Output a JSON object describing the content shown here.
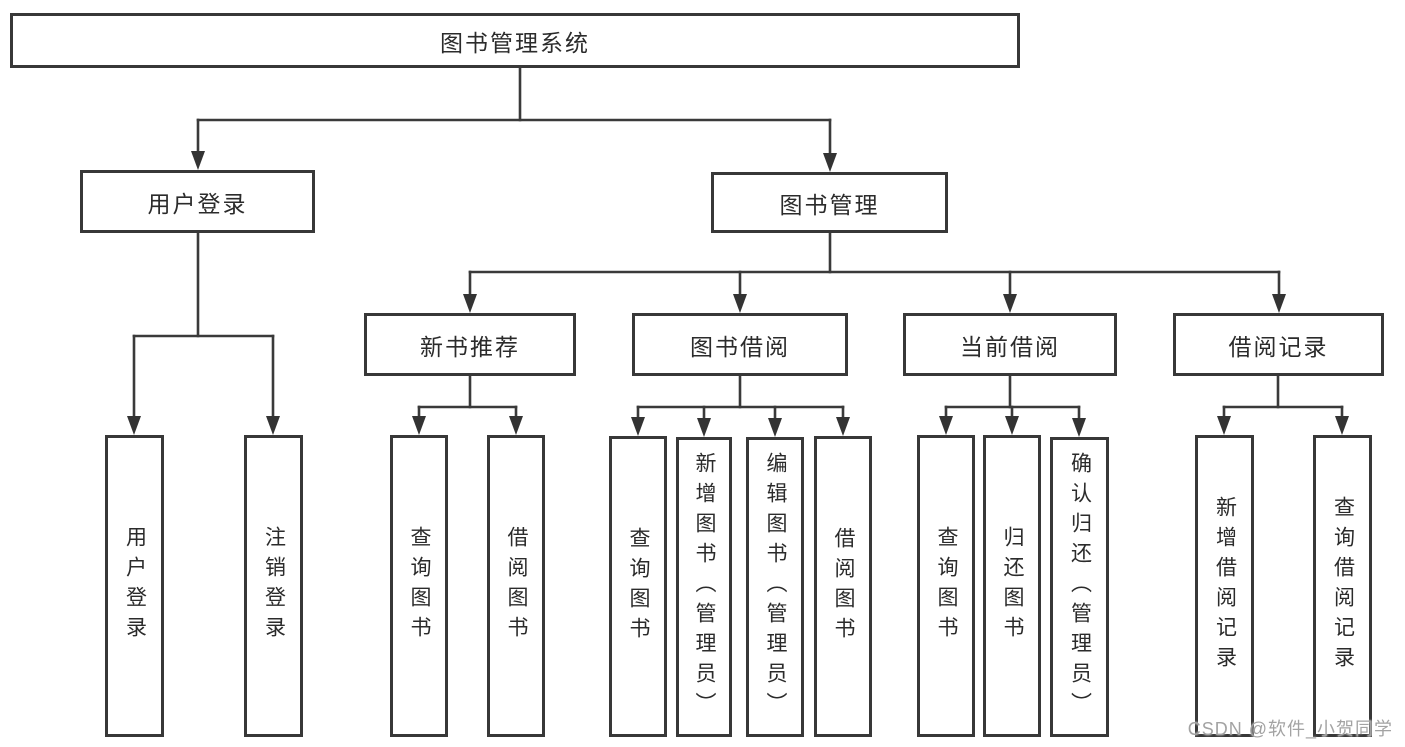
{
  "tree": {
    "label": "图书管理系统",
    "children": [
      {
        "label": "用户登录",
        "children": [
          {
            "label": "用户登录"
          },
          {
            "label": "注销登录"
          }
        ]
      },
      {
        "label": "图书管理",
        "children": [
          {
            "label": "新书推荐",
            "children": [
              {
                "label": "查询图书"
              },
              {
                "label": "借阅图书"
              }
            ]
          },
          {
            "label": "图书借阅",
            "children": [
              {
                "label": "查询图书"
              },
              {
                "label": "新增图书（管理员）"
              },
              {
                "label": "编辑图书（管理员）"
              },
              {
                "label": "借阅图书"
              }
            ]
          },
          {
            "label": "当前借阅",
            "children": [
              {
                "label": "查询图书"
              },
              {
                "label": "归还图书"
              },
              {
                "label": "确认归还（管理员）"
              }
            ]
          },
          {
            "label": "借阅记录",
            "children": [
              {
                "label": "新增借阅记录"
              },
              {
                "label": "查询借阅记录"
              }
            ]
          }
        ]
      }
    ]
  },
  "watermark": {
    "text": "CSDN @软件_小贺同学"
  },
  "colors": {
    "line": "#3a3a3a",
    "box_border": "#383838",
    "text": "#2b2b2b",
    "watermark": "#a3a3a3",
    "background": "#ffffff"
  }
}
